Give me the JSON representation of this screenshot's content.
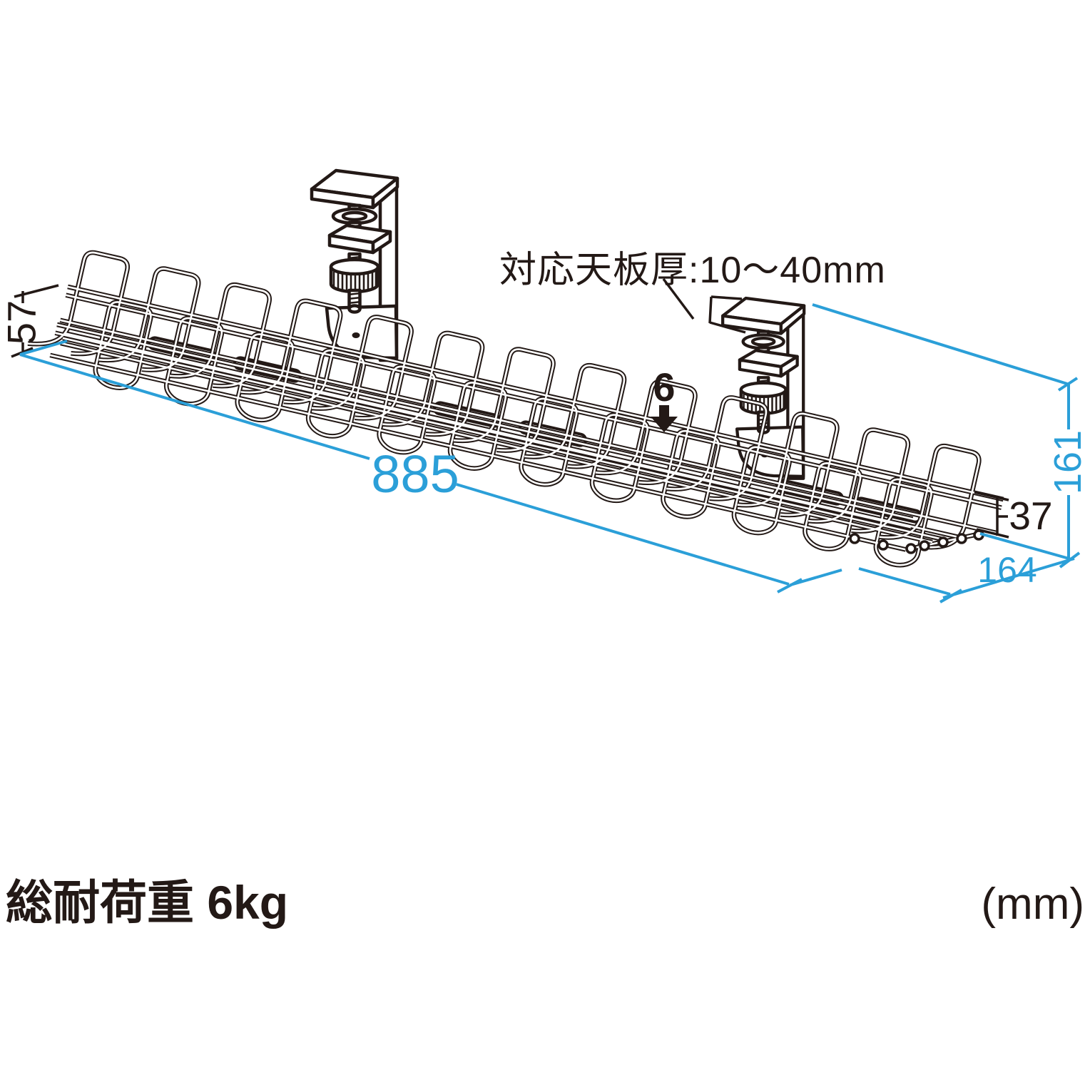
{
  "title": "cable-tray-dimension-diagram",
  "annotations": {
    "top_note": "対応天板厚:10〜40mm",
    "cable_count": "6",
    "capacity_note": "総耐荷重 6kg",
    "unit_note": "(mm)"
  },
  "dimensions": {
    "length": "885",
    "height_left": "57",
    "height_right": "161",
    "wall_height": "37",
    "width": "164"
  },
  "colors": {
    "dimension_accent": "#2B9FD8",
    "line_black": "#231916",
    "background": "#ffffff"
  },
  "figure": {
    "type": "isometric-line-drawing",
    "subject": "under-desk wire cable tray with two desk clamps",
    "clamp_count": 2
  }
}
